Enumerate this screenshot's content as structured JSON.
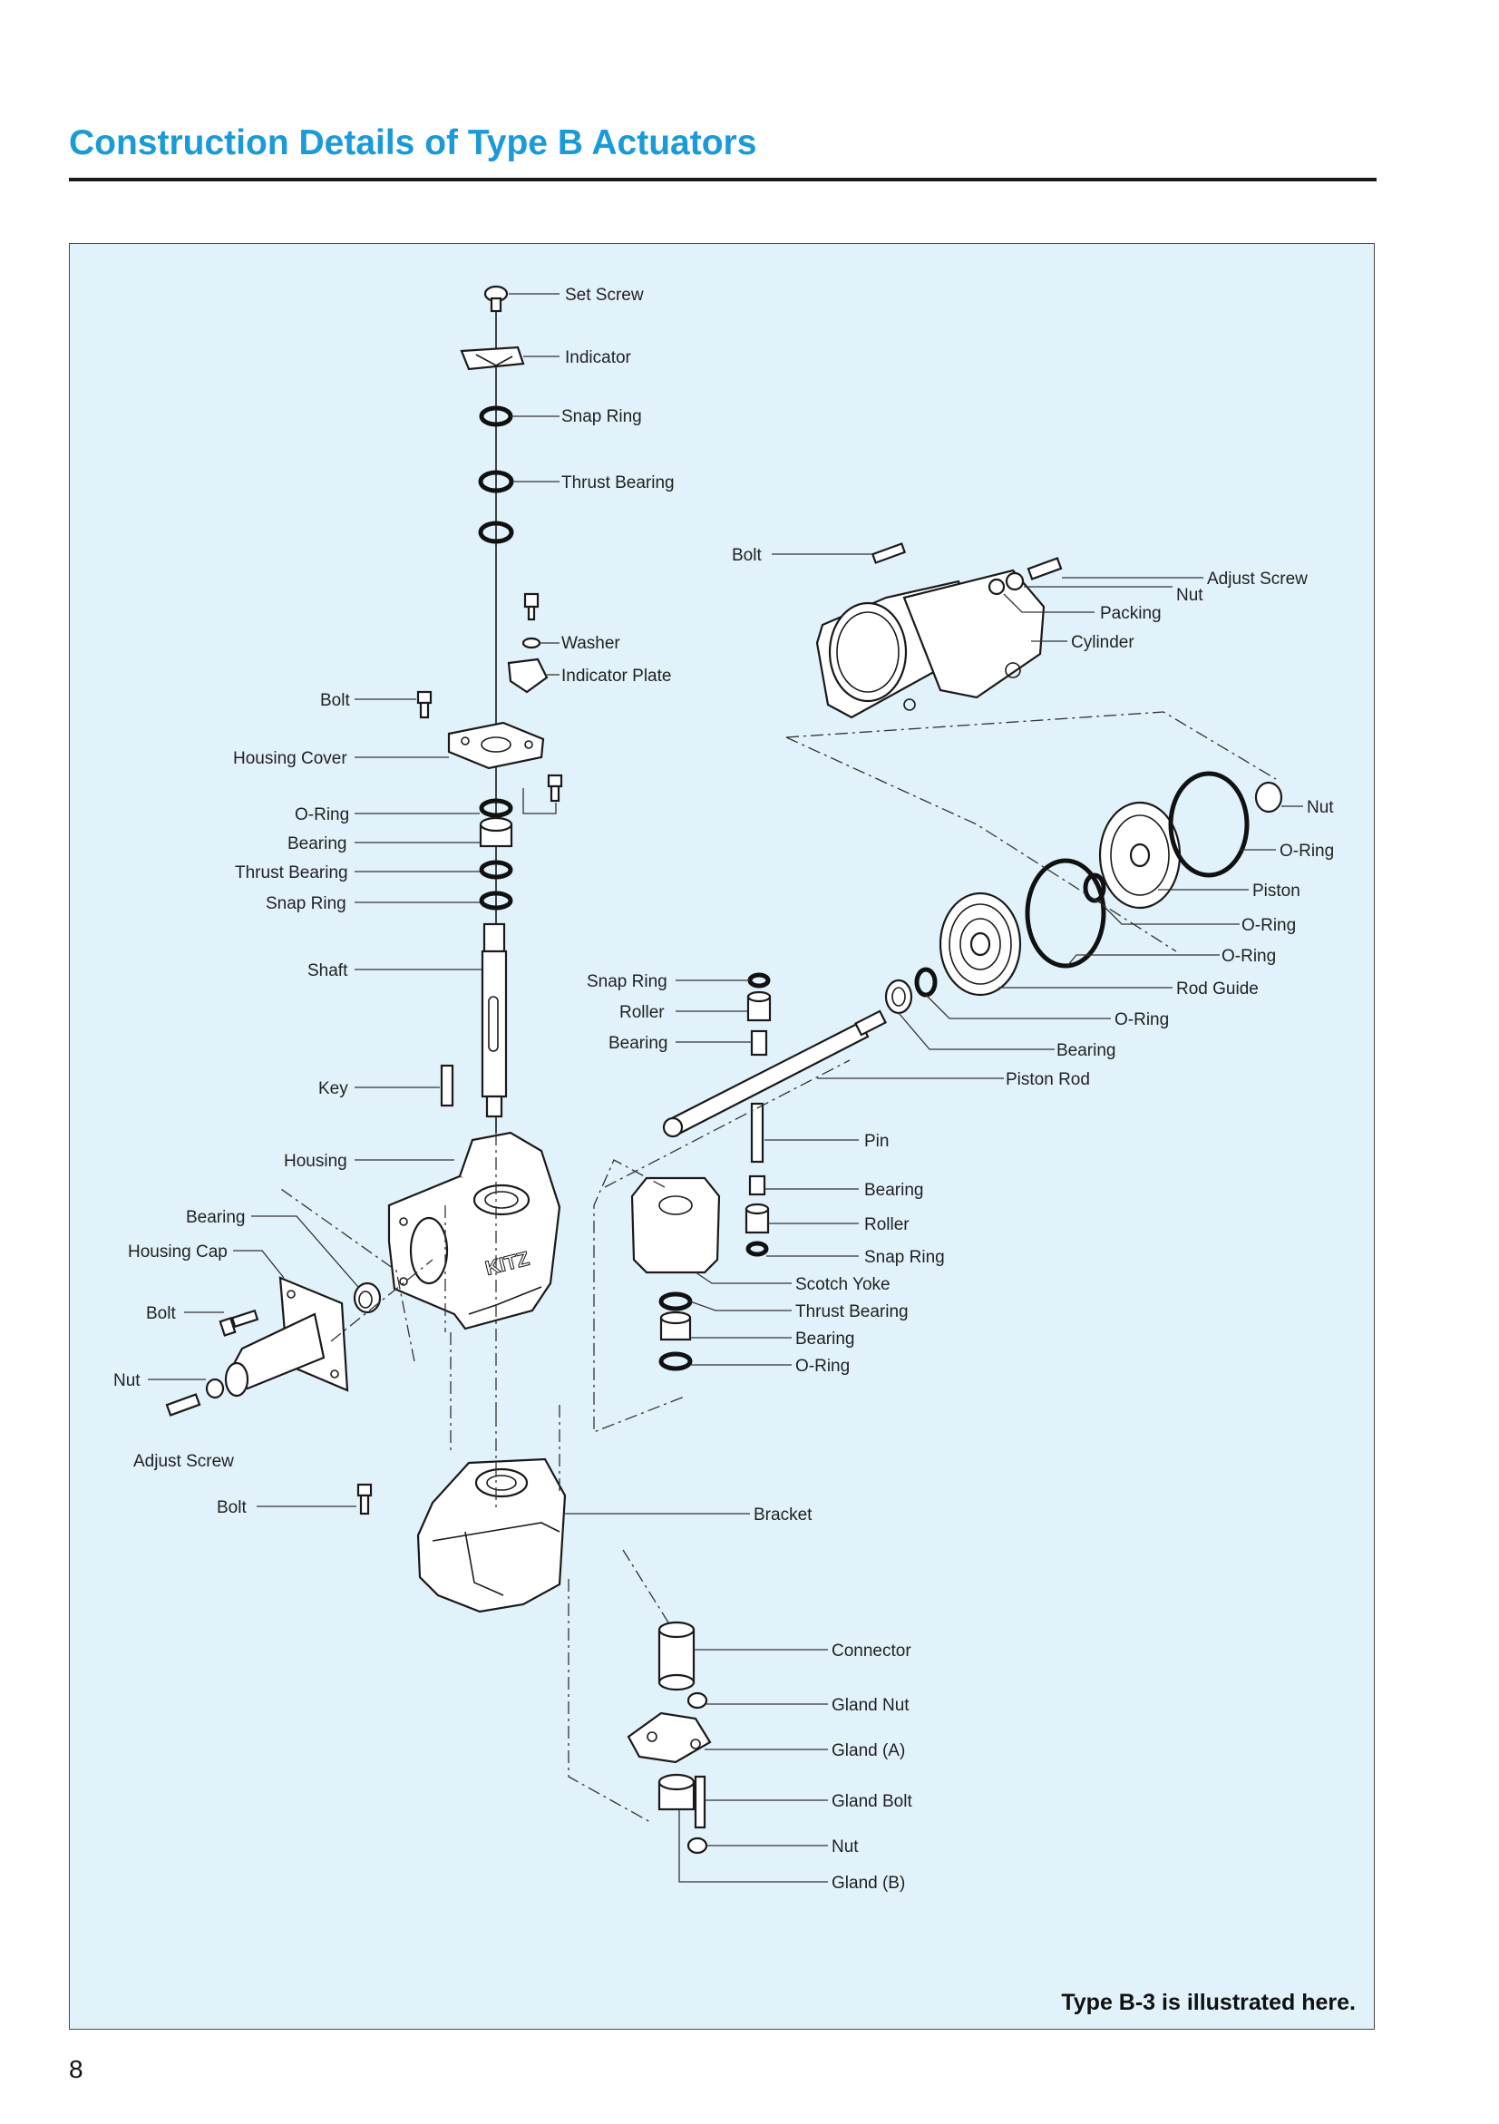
{
  "header": {
    "title": "Construction Details of Type B Actuators"
  },
  "diagram": {
    "labels": [
      {
        "id": "set-screw",
        "text": "Set Screw"
      },
      {
        "id": "indicator",
        "text": "Indicator"
      },
      {
        "id": "snap-ring-top",
        "text": "Snap Ring"
      },
      {
        "id": "thrust-bearing-top",
        "text": "Thrust Bearing"
      },
      {
        "id": "washer",
        "text": "Washer"
      },
      {
        "id": "indicator-plate",
        "text": "Indicator Plate"
      },
      {
        "id": "bolt-cover",
        "text": "Bolt"
      },
      {
        "id": "housing-cover",
        "text": "Housing Cover"
      },
      {
        "id": "o-ring-shaft",
        "text": "O-Ring"
      },
      {
        "id": "bearing-shaft",
        "text": "Bearing"
      },
      {
        "id": "thrust-bearing-shaft",
        "text": "Thrust Bearing"
      },
      {
        "id": "snap-ring-shaft",
        "text": "Snap Ring"
      },
      {
        "id": "shaft",
        "text": "Shaft"
      },
      {
        "id": "key",
        "text": "Key"
      },
      {
        "id": "housing",
        "text": "Housing"
      },
      {
        "id": "bearing-cap",
        "text": "Bearing"
      },
      {
        "id": "housing-cap",
        "text": "Housing Cap"
      },
      {
        "id": "bolt-cap",
        "text": "Bolt"
      },
      {
        "id": "nut-cap",
        "text": "Nut"
      },
      {
        "id": "adjust-screw-cap",
        "text": "Adjust Screw"
      },
      {
        "id": "bolt-bracket",
        "text": "Bolt"
      },
      {
        "id": "bracket",
        "text": "Bracket"
      },
      {
        "id": "bolt-cylinder",
        "text": "Bolt"
      },
      {
        "id": "adjust-screw-cyl",
        "text": "Adjust Screw"
      },
      {
        "id": "nut-cyl",
        "text": "Nut"
      },
      {
        "id": "packing",
        "text": "Packing"
      },
      {
        "id": "cylinder",
        "text": "Cylinder"
      },
      {
        "id": "nut-piston",
        "text": "Nut"
      },
      {
        "id": "o-ring-outer",
        "text": "O-Ring"
      },
      {
        "id": "piston",
        "text": "Piston"
      },
      {
        "id": "o-ring-inner",
        "text": "O-Ring"
      },
      {
        "id": "o-ring-guide",
        "text": "O-Ring"
      },
      {
        "id": "rod-guide",
        "text": "Rod Guide"
      },
      {
        "id": "o-ring-rod",
        "text": "O-Ring"
      },
      {
        "id": "bearing-rod",
        "text": "Bearing"
      },
      {
        "id": "piston-rod",
        "text": "Piston Rod"
      },
      {
        "id": "snap-ring-roller",
        "text": "Snap Ring"
      },
      {
        "id": "roller-top",
        "text": "Roller"
      },
      {
        "id": "bearing-roller",
        "text": "Bearing"
      },
      {
        "id": "pin",
        "text": "Pin"
      },
      {
        "id": "bearing-pin",
        "text": "Bearing"
      },
      {
        "id": "roller-bottom",
        "text": "Roller"
      },
      {
        "id": "snap-ring-pin",
        "text": "Snap Ring"
      },
      {
        "id": "scotch-yoke",
        "text": "Scotch Yoke"
      },
      {
        "id": "thrust-bearing-yoke",
        "text": "Thrust Bearing"
      },
      {
        "id": "bearing-yoke",
        "text": "Bearing"
      },
      {
        "id": "o-ring-yoke",
        "text": "O-Ring"
      },
      {
        "id": "connector",
        "text": "Connector"
      },
      {
        "id": "gland-nut",
        "text": "Gland Nut"
      },
      {
        "id": "gland-a",
        "text": "Gland (A)"
      },
      {
        "id": "gland-bolt",
        "text": "Gland Bolt"
      },
      {
        "id": "nut-gland",
        "text": "Nut"
      },
      {
        "id": "gland-b",
        "text": "Gland (B)"
      }
    ],
    "housing_logo": "KITZ",
    "note": "Type B-3 is illustrated here."
  },
  "footer": {
    "page_number": "8"
  }
}
